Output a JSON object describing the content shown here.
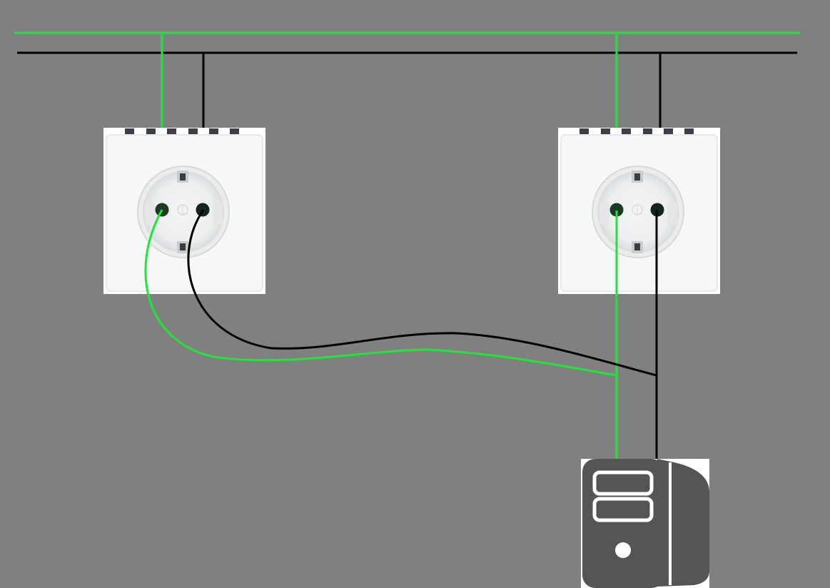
{
  "diagram": {
    "colors": {
      "background": "#808080",
      "earth_wire": "#22e33c",
      "live_wire": "#000000",
      "socket_plate": "#ffffff",
      "socket_shadow": "#e4e6e8",
      "computer_body": "#555555"
    },
    "bus_lines": [
      {
        "name": "green-bus-wire",
        "color_key": "earth_wire"
      },
      {
        "name": "black-bus-wire",
        "color_key": "live_wire"
      }
    ],
    "sockets": [
      {
        "name": "left-socket",
        "icon": "power-socket-icon"
      },
      {
        "name": "right-socket",
        "icon": "power-socket-icon"
      }
    ],
    "device": {
      "name": "computer-tower",
      "icon": "desktop-computer-icon"
    }
  }
}
